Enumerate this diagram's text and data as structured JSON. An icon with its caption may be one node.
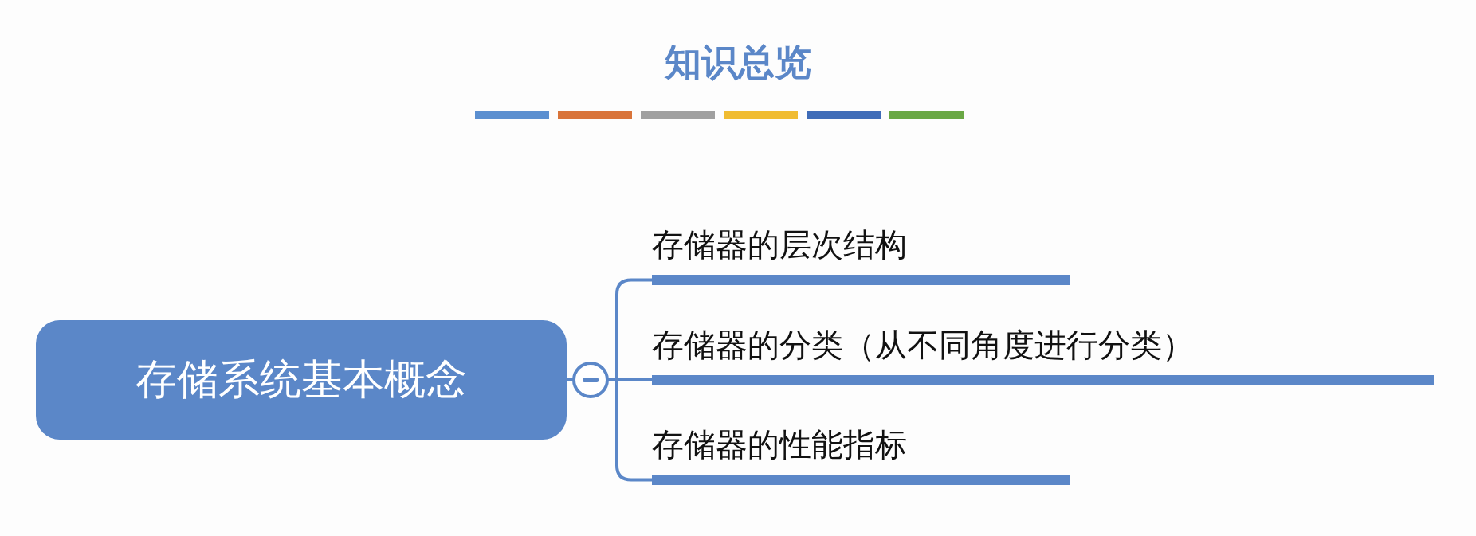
{
  "diagram": {
    "title": "知识总览",
    "nodes": [
      {
        "text": [
          "存储系统基本概念"
        ]
      },
      {
        "text": [
          "存储器的层次结构"
        ]
      },
      {
        "text": [
          "存储器的分类（从不同角度进行分类）"
        ]
      },
      {
        "text": [
          "存储器的性能指标"
        ]
      }
    ],
    "edges": [
      {
        "from": 0,
        "to": 1,
        "arrow": "none"
      },
      {
        "from": 0,
        "to": 2,
        "arrow": "none"
      },
      {
        "from": 0,
        "to": 3,
        "arrow": "none"
      }
    ]
  }
}
